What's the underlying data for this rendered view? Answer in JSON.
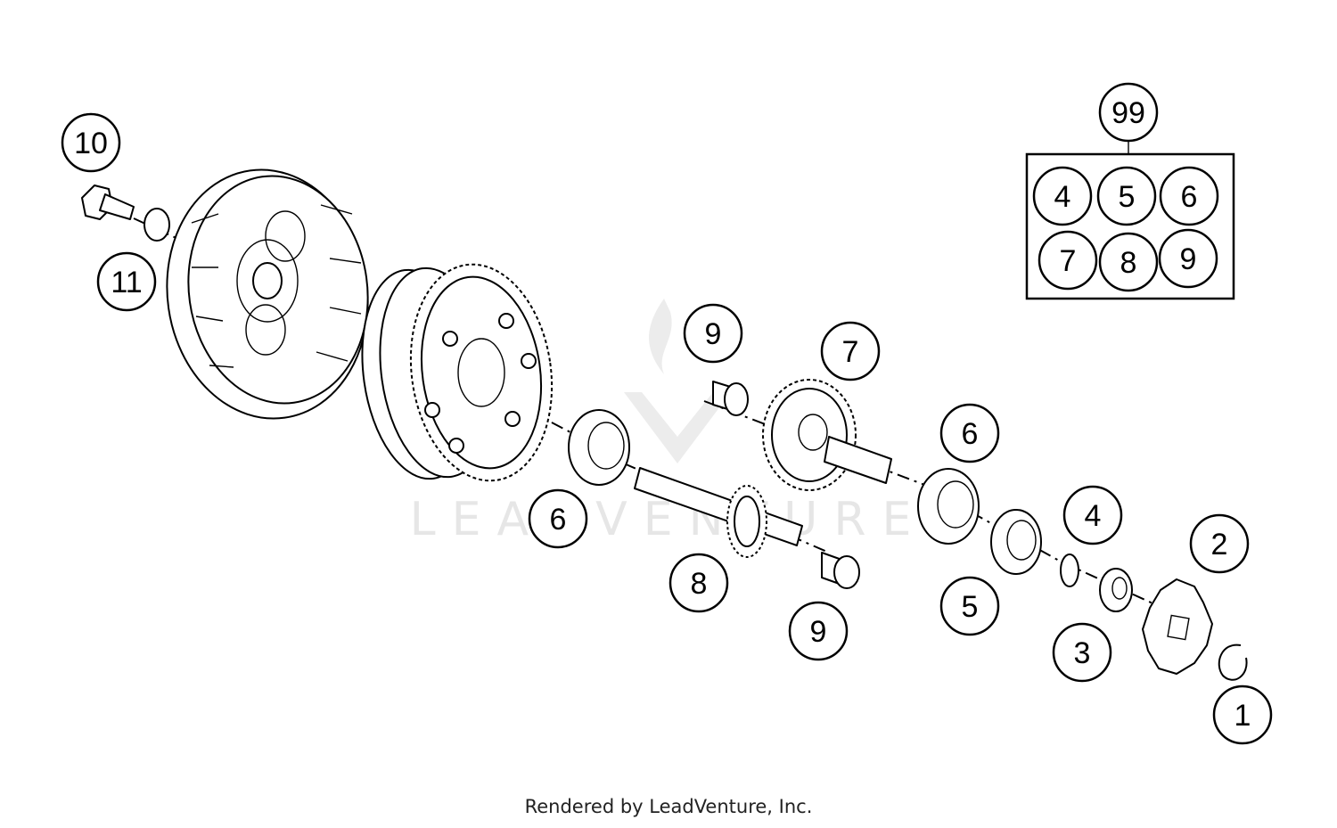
{
  "watermark": "LEADVENTURE",
  "footer": "Rendered by LeadVenture, Inc.",
  "kit": {
    "label": "99",
    "items": [
      "4",
      "5",
      "6",
      "7",
      "8",
      "9"
    ]
  },
  "callouts": [
    "10",
    "11",
    "9",
    "7",
    "6",
    "6",
    "4",
    "2",
    "8",
    "9",
    "5",
    "3",
    "1"
  ]
}
